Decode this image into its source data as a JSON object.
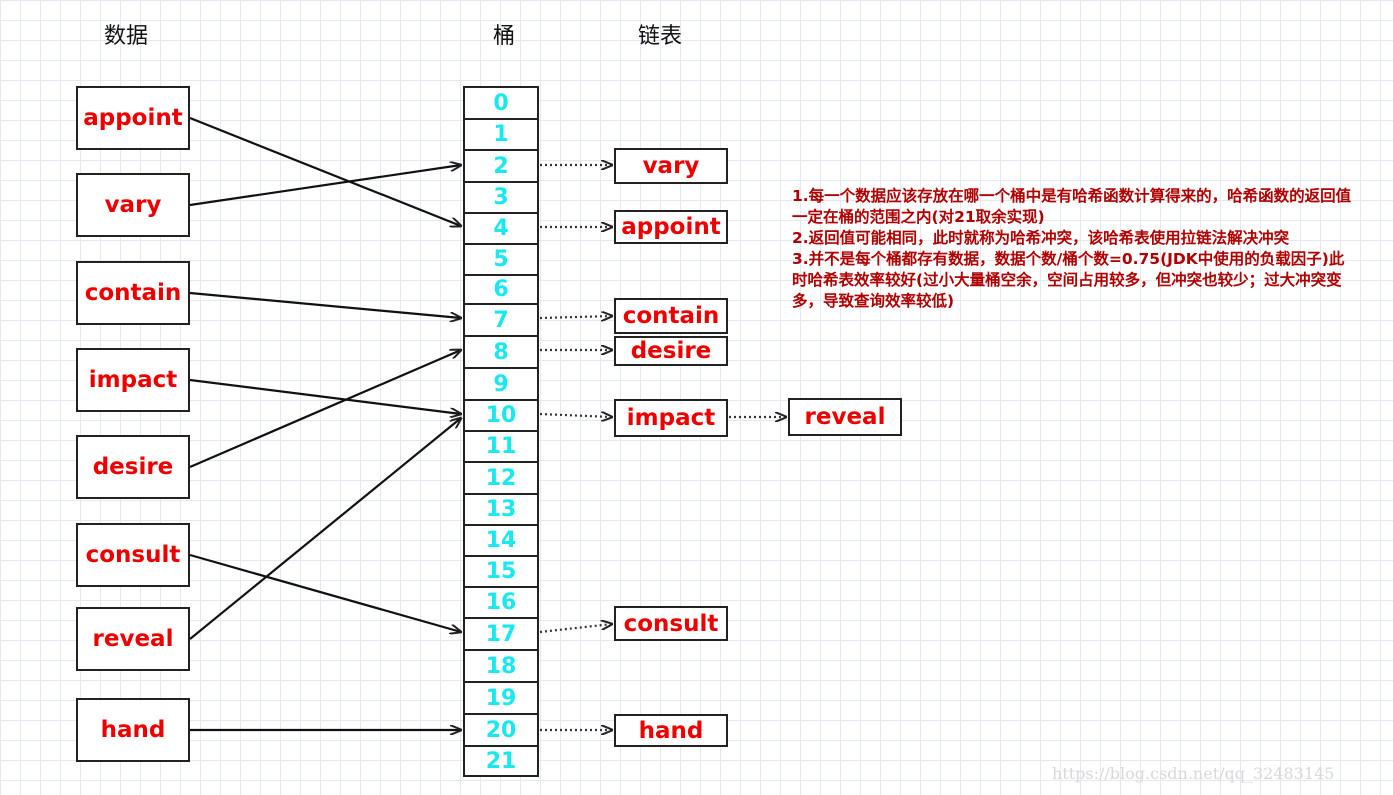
{
  "headers": {
    "data": "数据",
    "bucket": "桶",
    "list": "链表"
  },
  "data_items": [
    "appoint",
    "vary",
    "contain",
    "impact",
    "desire",
    "consult",
    "reveal",
    "hand"
  ],
  "buckets": [
    "0",
    "1",
    "2",
    "3",
    "4",
    "5",
    "6",
    "7",
    "8",
    "9",
    "10",
    "11",
    "12",
    "13",
    "14",
    "15",
    "16",
    "17",
    "18",
    "19",
    "20",
    "21"
  ],
  "list_nodes": {
    "vary": "vary",
    "appoint": "appoint",
    "contain": "contain",
    "desire": "desire",
    "impact": "impact",
    "reveal": "reveal",
    "consult": "consult",
    "hand": "hand"
  },
  "notes": [
    "1.每一个数据应该存放在哪一个桶中是有哈希函数计算得来的，哈希函数的返回值一定在桶的范围之内(对21取余实现)",
    "2.返回值可能相同，此时就称为哈希冲突，该哈希表使用拉链法解决冲突",
    "3.并不是每个桶都存有数据，数据个数/桶个数=0.75(JDK中使用的负载因子)此时哈希表效率较好(过小大量桶空余，空间占用较多，但冲突也较少；过大冲突变多，导致查询效率较低)"
  ],
  "watermark": "https://blog.csdn.net/qq_32483145",
  "colors": {
    "word": "#ee0000",
    "bucket_number": "#18e8f0",
    "notes": "#b00000"
  }
}
